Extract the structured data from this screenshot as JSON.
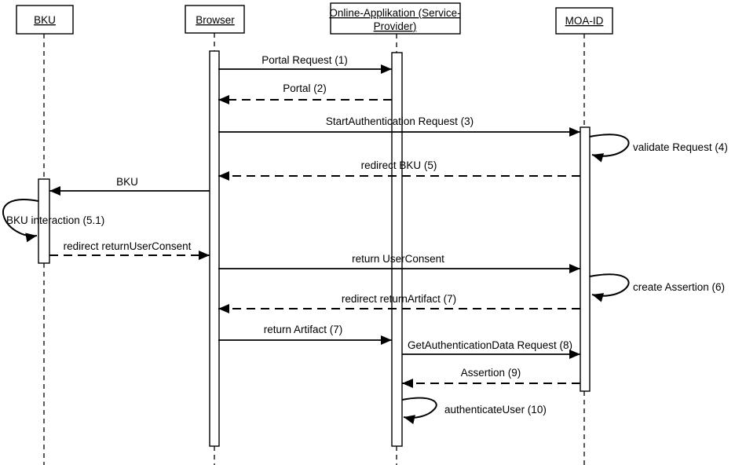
{
  "diagram": {
    "type": "uml-sequence-diagram",
    "colors": {
      "line": "#000000",
      "background": "#ffffff",
      "text": "#000000"
    }
  },
  "actors": [
    {
      "id": "bku",
      "label": "BKU"
    },
    {
      "id": "browser",
      "label": "Browser"
    },
    {
      "id": "online-applikation",
      "label": "Online-Applikation (Service-Provider)",
      "label_line1": "Online-Applikation (Service-",
      "label_line2": "Provider)"
    },
    {
      "id": "moa-id",
      "label": "MOA-ID"
    }
  ],
  "messages": [
    {
      "label": "Portal Request (1)",
      "from": "Browser",
      "to": "Online-Applikation (Service-Provider)",
      "line": "solid"
    },
    {
      "label": "Portal (2)",
      "from": "Online-Applikation (Service-Provider)",
      "to": "Browser",
      "line": "dashed"
    },
    {
      "label": "StartAuthentication Request (3)",
      "from": "Browser",
      "to": "MOA-ID",
      "line": "solid"
    },
    {
      "label": "validate Request (4)",
      "from": "MOA-ID",
      "to": "MOA-ID",
      "line": "self"
    },
    {
      "label": "redirect BKU (5)",
      "from": "MOA-ID",
      "to": "Browser",
      "line": "dashed"
    },
    {
      "label": "BKU",
      "from": "Browser",
      "to": "BKU",
      "line": "solid"
    },
    {
      "label": "BKU interaction (5.1)",
      "from": "BKU",
      "to": "BKU",
      "line": "self"
    },
    {
      "label": "redirect returnUserConsent",
      "from": "BKU",
      "to": "Browser",
      "line": "dashed"
    },
    {
      "label": "return UserConsent",
      "from": "Browser",
      "to": "MOA-ID",
      "line": "solid"
    },
    {
      "label": "create Assertion (6)",
      "from": "MOA-ID",
      "to": "MOA-ID",
      "line": "self"
    },
    {
      "label": "redirect returnArtifact (7)",
      "from": "MOA-ID",
      "to": "Browser",
      "line": "dashed"
    },
    {
      "label": "return Artifact (7)",
      "from": "Browser",
      "to": "Online-Applikation (Service-Provider)",
      "line": "solid"
    },
    {
      "label": "GetAuthenticationData Request (8)",
      "from": "Online-Applikation (Service-Provider)",
      "to": "MOA-ID",
      "line": "solid"
    },
    {
      "label": "Assertion (9)",
      "from": "MOA-ID",
      "to": "Online-Applikation (Service-Provider)",
      "line": "dashed"
    },
    {
      "label": "authenticateUser (10)",
      "from": "Online-Applikation (Service-Provider)",
      "to": "Online-Applikation (Service-Provider)",
      "line": "self"
    }
  ]
}
